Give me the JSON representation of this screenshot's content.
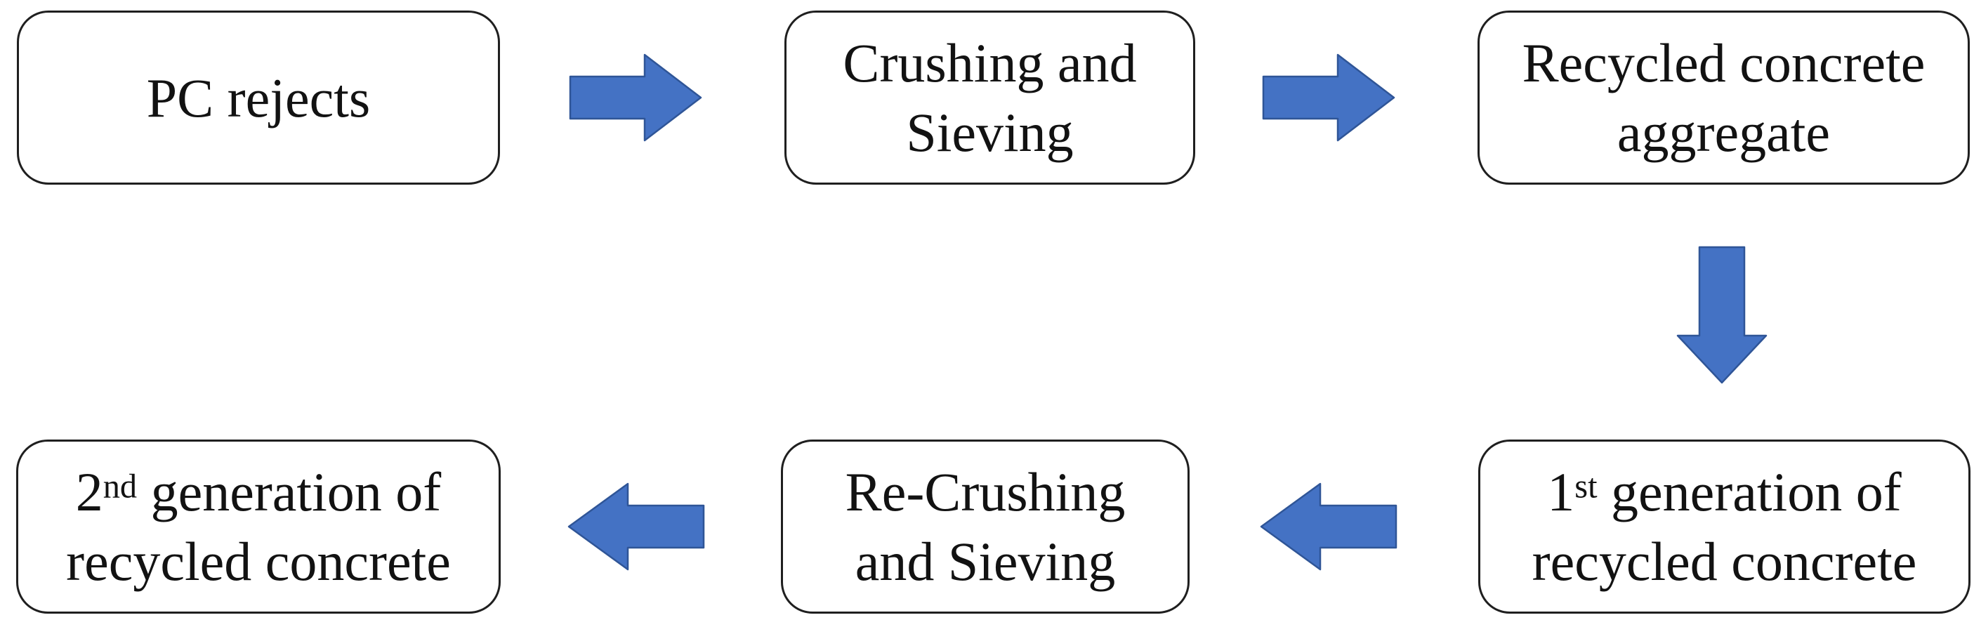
{
  "colors": {
    "background": "#FFFFFF",
    "box_fill": "#FFFFFF",
    "box_border": "#1F1F1F",
    "text": "#121212",
    "arrow_fill": "#4472C4",
    "arrow_stroke": "#2F5597"
  },
  "diagram": {
    "type": "flowchart",
    "nodes": {
      "pc_rejects": {
        "line1": "PC rejects"
      },
      "crushing_sieving": {
        "line1": "Crushing and",
        "line2": "Sieving"
      },
      "recycled_aggregate": {
        "line1": "Recycled concrete",
        "line2": "aggregate"
      },
      "gen1": {
        "number": "1",
        "ordinal": "st",
        "line1_rest": " generation of",
        "line2": "recycled concrete"
      },
      "re_crushing": {
        "line1": "Re-Crushing",
        "line2": "and Sieving"
      },
      "gen2": {
        "number": "2",
        "ordinal": "nd",
        "line1_rest": " generation of",
        "line2": "recycled concrete"
      }
    },
    "arrows": [
      {
        "id": "arrow-1",
        "direction": "right",
        "from": "pc_rejects",
        "to": "crushing_sieving"
      },
      {
        "id": "arrow-2",
        "direction": "right",
        "from": "crushing_sieving",
        "to": "recycled_aggregate"
      },
      {
        "id": "arrow-3",
        "direction": "down",
        "from": "recycled_aggregate",
        "to": "gen1"
      },
      {
        "id": "arrow-4",
        "direction": "left",
        "from": "gen1",
        "to": "re_crushing"
      },
      {
        "id": "arrow-5",
        "direction": "left",
        "from": "re_crushing",
        "to": "gen2"
      }
    ]
  }
}
